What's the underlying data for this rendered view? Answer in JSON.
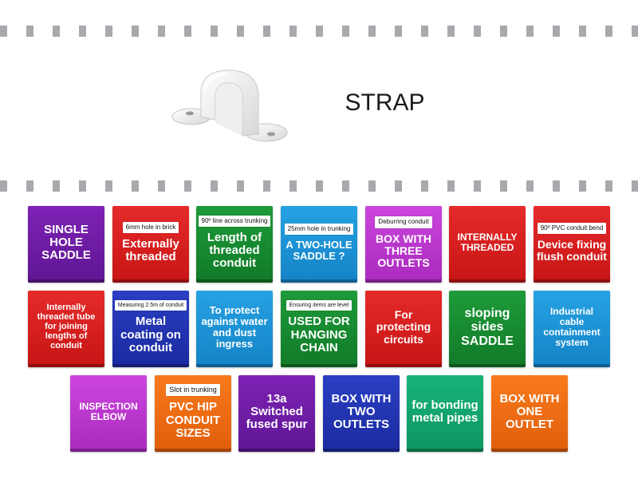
{
  "prompt": {
    "text": "STRAP"
  },
  "tiles": [
    {
      "label": "SINGLE HOLE SADDLE",
      "tag": ""
    },
    {
      "label": "Externally threaded",
      "tag": "6mm hole in brick"
    },
    {
      "label": "Length of threaded conduit",
      "tag": "90º line across trunking"
    },
    {
      "label": "A TWO-HOLE SADDLE ?",
      "tag": "25mm hole in trunking"
    },
    {
      "label": "BOX WITH THREE OUTLETS",
      "tag": "Deburring conduit"
    },
    {
      "label": "INTERNALLY THREADED",
      "tag": ""
    },
    {
      "label": "Device fixing flush conduit",
      "tag": "90º PVC conduit bend"
    },
    {
      "label": "Internally threaded tube for joining lengths of conduit",
      "tag": ""
    },
    {
      "label": "Metal coating on conduit",
      "tag": "Measuring 2.5m of conduit"
    },
    {
      "label": "To protect against water and dust ingress",
      "tag": ""
    },
    {
      "label": "USED FOR HANGING CHAIN",
      "tag": "Ensuring items are level"
    },
    {
      "label": "For protecting circuits",
      "tag": ""
    },
    {
      "label": "sloping sides SADDLE",
      "tag": ""
    },
    {
      "label": "Industrial cable containment system",
      "tag": ""
    },
    {
      "label": "INSPECTION ELBOW",
      "tag": ""
    },
    {
      "label": "PVC HIP CONDUIT SIZES",
      "tag": "Slot in trunking"
    },
    {
      "label": "13a Switched fused spur",
      "tag": ""
    },
    {
      "label": "BOX WITH TWO OUTLETS",
      "tag": ""
    },
    {
      "label": "for bonding metal pipes",
      "tag": ""
    },
    {
      "label": "BOX WITH ONE OUTLET",
      "tag": ""
    }
  ]
}
